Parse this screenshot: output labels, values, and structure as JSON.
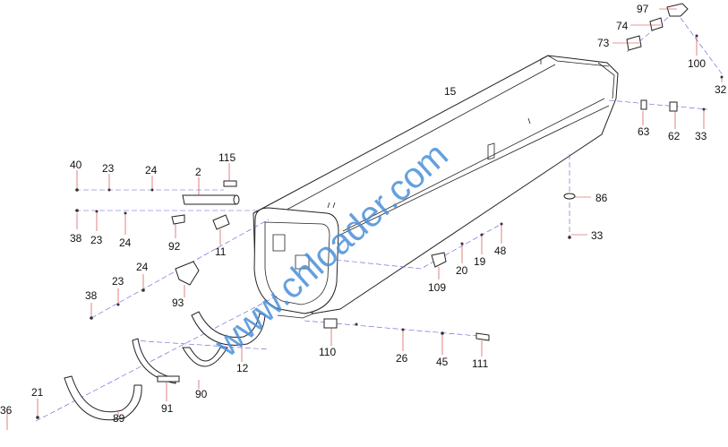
{
  "watermark": "www.chloader.com",
  "labels": {
    "l97": "97",
    "l74": "74",
    "l73": "73",
    "l100": "100",
    "l32": "32",
    "l15": "15",
    "l63": "63",
    "l62": "62",
    "l33a": "33",
    "l86": "86",
    "l33b": "33",
    "l40": "40",
    "l23a": "23",
    "l24a": "24",
    "l2": "2",
    "l115": "115",
    "l38a": "38",
    "l23b": "23",
    "l24b": "24",
    "l92": "92",
    "l11": "11",
    "l48": "48",
    "l19": "19",
    "l20": "20",
    "l109": "109",
    "l24c": "24",
    "l23c": "23",
    "l38b": "38",
    "l93": "93",
    "l110": "110",
    "l26": "26",
    "l45": "45",
    "l111": "111",
    "l12": "12",
    "l90": "90",
    "l91": "91",
    "l89": "89",
    "l21": "21",
    "l36": "36"
  }
}
